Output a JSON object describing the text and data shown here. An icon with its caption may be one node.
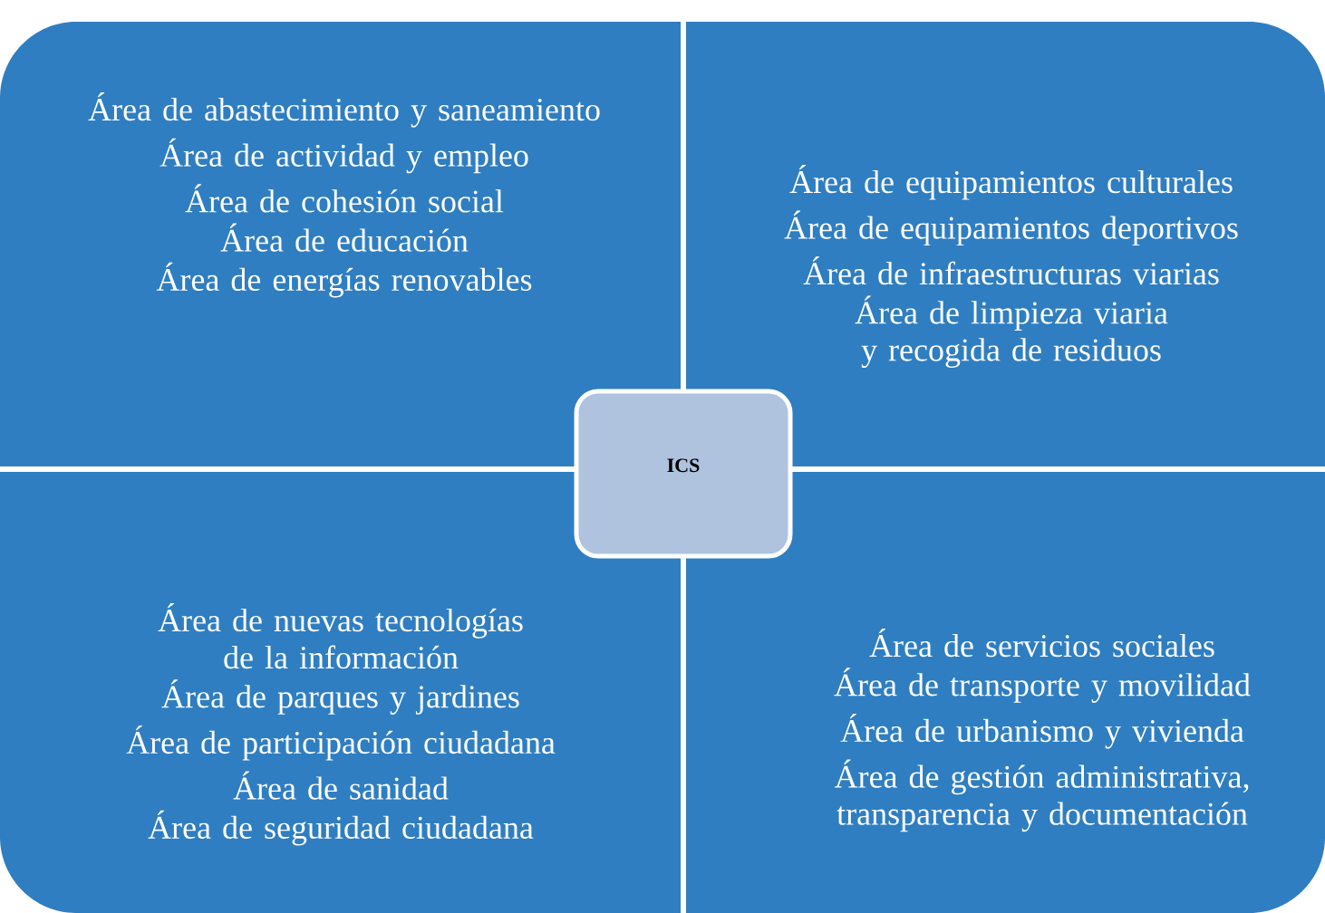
{
  "diagram": {
    "nodes": [
      {
        "text": [
          "Área de abastecimiento y saneamiento",
          "Área de actividad y empleo",
          "Área de cohesión social",
          "Área de educación",
          "Área de energías renovables"
        ]
      },
      {
        "text": [
          "Área de equipamientos culturales",
          "Área de equipamientos deportivos",
          "Área de infraestructuras viarias",
          "Área de limpieza viaria y recogida de residuos"
        ]
      },
      {
        "text": [
          "Área de nuevas tecnologías de la información",
          "Área de parques y jardines",
          "Área de participación ciudadana",
          "Área de sanidad",
          "Área de seguridad ciudadana"
        ]
      },
      {
        "text": [
          "Área de servicios sociales",
          "Área de transporte y movilidad",
          "Área de urbanismo y vivienda",
          "Área de gestión administrativa, transparencia y documentación"
        ]
      },
      {
        "text": [
          "ICS"
        ]
      }
    ]
  }
}
